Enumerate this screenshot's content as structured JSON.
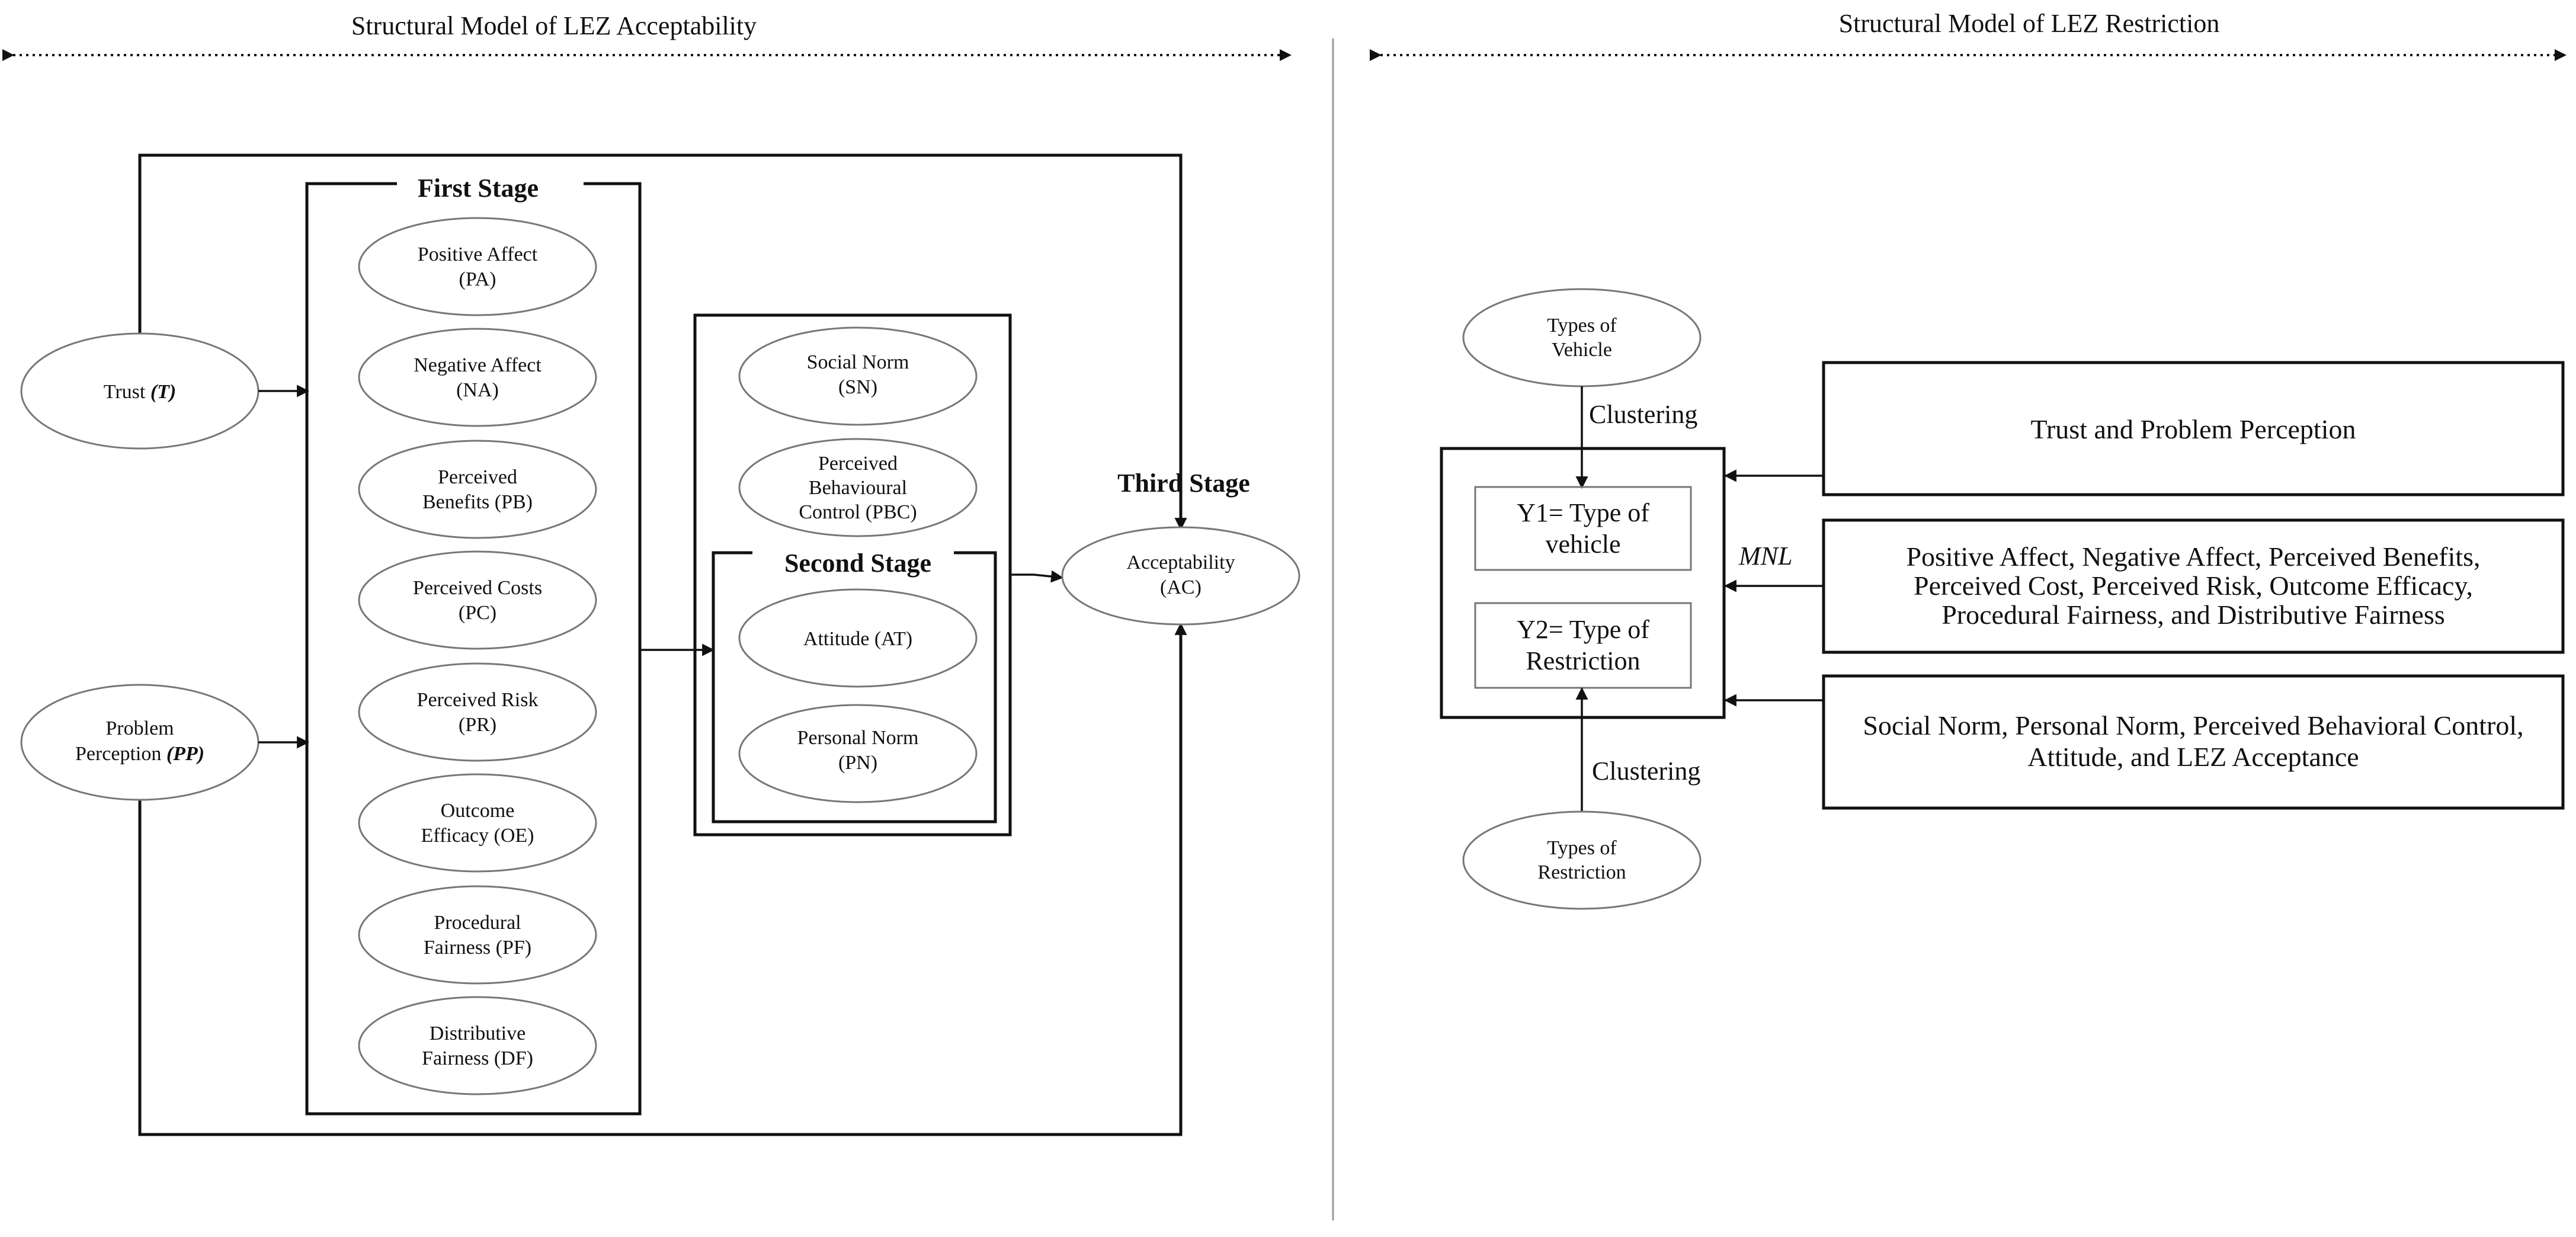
{
  "left_title": "Structural Model of LEZ Acceptability",
  "right_title": "Structural Model of LEZ Restriction",
  "stages": {
    "first": "First Stage",
    "second": "Second Stage",
    "third": "Third Stage"
  },
  "left_nodes": {
    "trust": {
      "label": "Trust",
      "abbr": "(T)"
    },
    "problem_perception": {
      "line1": "Problem",
      "line2": "Perception",
      "abbr": "(PP)"
    },
    "first_stage": [
      {
        "line1": "Positive Affect",
        "line2": "(PA)"
      },
      {
        "line1": "Negative Affect",
        "line2": "(NA)"
      },
      {
        "line1": "Perceived",
        "line2": "Benefits (PB)"
      },
      {
        "line1": "Perceived Costs",
        "line2": "(PC)"
      },
      {
        "line1": "Perceived Risk",
        "line2": "(PR)"
      },
      {
        "line1": "Outcome",
        "line2": "Efficacy (OE)"
      },
      {
        "line1": "Procedural",
        "line2": "Fairness (PF)"
      },
      {
        "line1": "Distributive",
        "line2": "Fairness (DF)"
      }
    ],
    "social_norm": {
      "line1": "Social Norm",
      "line2": "(SN)"
    },
    "pbc": {
      "line1": "Perceived",
      "line2": "Behavioural",
      "line3": "Control (PBC)"
    },
    "attitude": {
      "label": "Attitude (AT)"
    },
    "personal_norm": {
      "line1": "Personal Norm",
      "line2": "(PN)"
    },
    "acceptability": {
      "line1": "Acceptability",
      "line2": "(AC)"
    }
  },
  "right_nodes": {
    "types_vehicle": {
      "line1": "Types of",
      "line2": "Vehicle"
    },
    "types_restriction": {
      "line1": "Types of",
      "line2": "Restriction"
    },
    "y1": {
      "line1": "Y1= Type of",
      "line2": "vehicle"
    },
    "y2": {
      "line1": "Y2= Type of",
      "line2": "Restriction"
    },
    "clustering_top": "Clustering",
    "clustering_bottom": "Clustering",
    "mnl": "MNL",
    "box1": {
      "line1": "Trust and Problem Perception"
    },
    "box2": {
      "line1": "Positive Affect, Negative Affect, Perceived Benefits,",
      "line2": "Perceived Cost, Perceived Risk, Outcome Efficacy,",
      "line3": "Procedural Fairness, and Distributive Fairness"
    },
    "box3": {
      "line1": "Social Norm, Personal Norm, Perceived Behavioral Control,",
      "line2": "Attitude, and LEZ Acceptance"
    }
  }
}
